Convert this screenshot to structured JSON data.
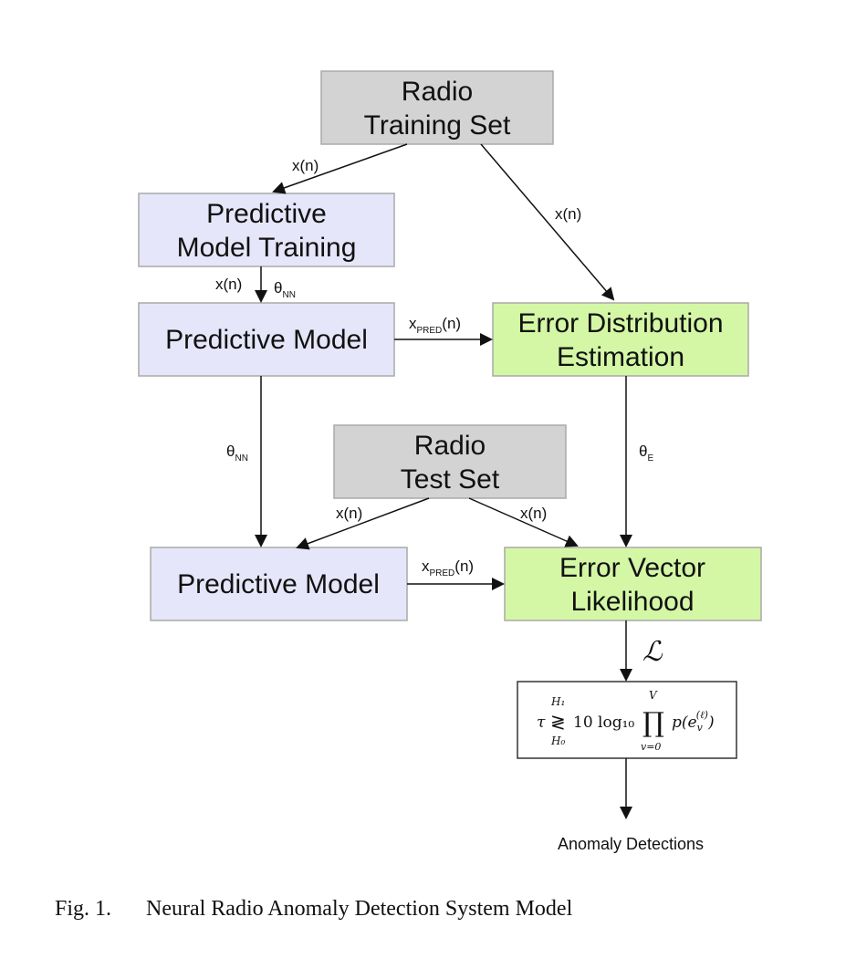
{
  "nodes": {
    "radio_training_set": {
      "line1": "Radio",
      "line2": "Training Set"
    },
    "predictive_model_training": {
      "line1": "Predictive",
      "line2": "Model Training"
    },
    "predictive_model_1": {
      "label": "Predictive Model"
    },
    "error_distribution_estimation": {
      "line1": "Error Distribution",
      "line2": "Estimation"
    },
    "radio_test_set": {
      "line1": "Radio",
      "line2": "Test Set"
    },
    "predictive_model_2": {
      "label": "Predictive Model"
    },
    "error_vector_likelihood": {
      "line1": "Error Vector",
      "line2": "Likelihood"
    }
  },
  "edges": {
    "x_n": "x(n)",
    "theta": "θ",
    "nn_sub": "NN",
    "e_sub": "E",
    "x_pred_x": "x",
    "x_pred_sub": "PRED",
    "x_pred_n": "(n)",
    "likelihood_symbol": "ℒ"
  },
  "formula": {
    "tau": "τ",
    "h1": "H₁",
    "h0": "H₀",
    "comp": "≷",
    "log_part": "10 log₁₀",
    "prod": "∏",
    "upper": "V",
    "lower": "v=0",
    "term": "p(e",
    "term_sub": "v",
    "term_sup": "(ℓ)",
    "term_close": ")"
  },
  "output": {
    "label": "Anomaly Detections"
  },
  "caption": {
    "fig": "Fig. 1.",
    "text": "Neural Radio Anomaly Detection System Model"
  },
  "colors": {
    "gray_box": "#d3d3d3",
    "blue_box": "#e6e6fa",
    "green_box": "#d4f7a6",
    "border": "#a9a9a9"
  }
}
